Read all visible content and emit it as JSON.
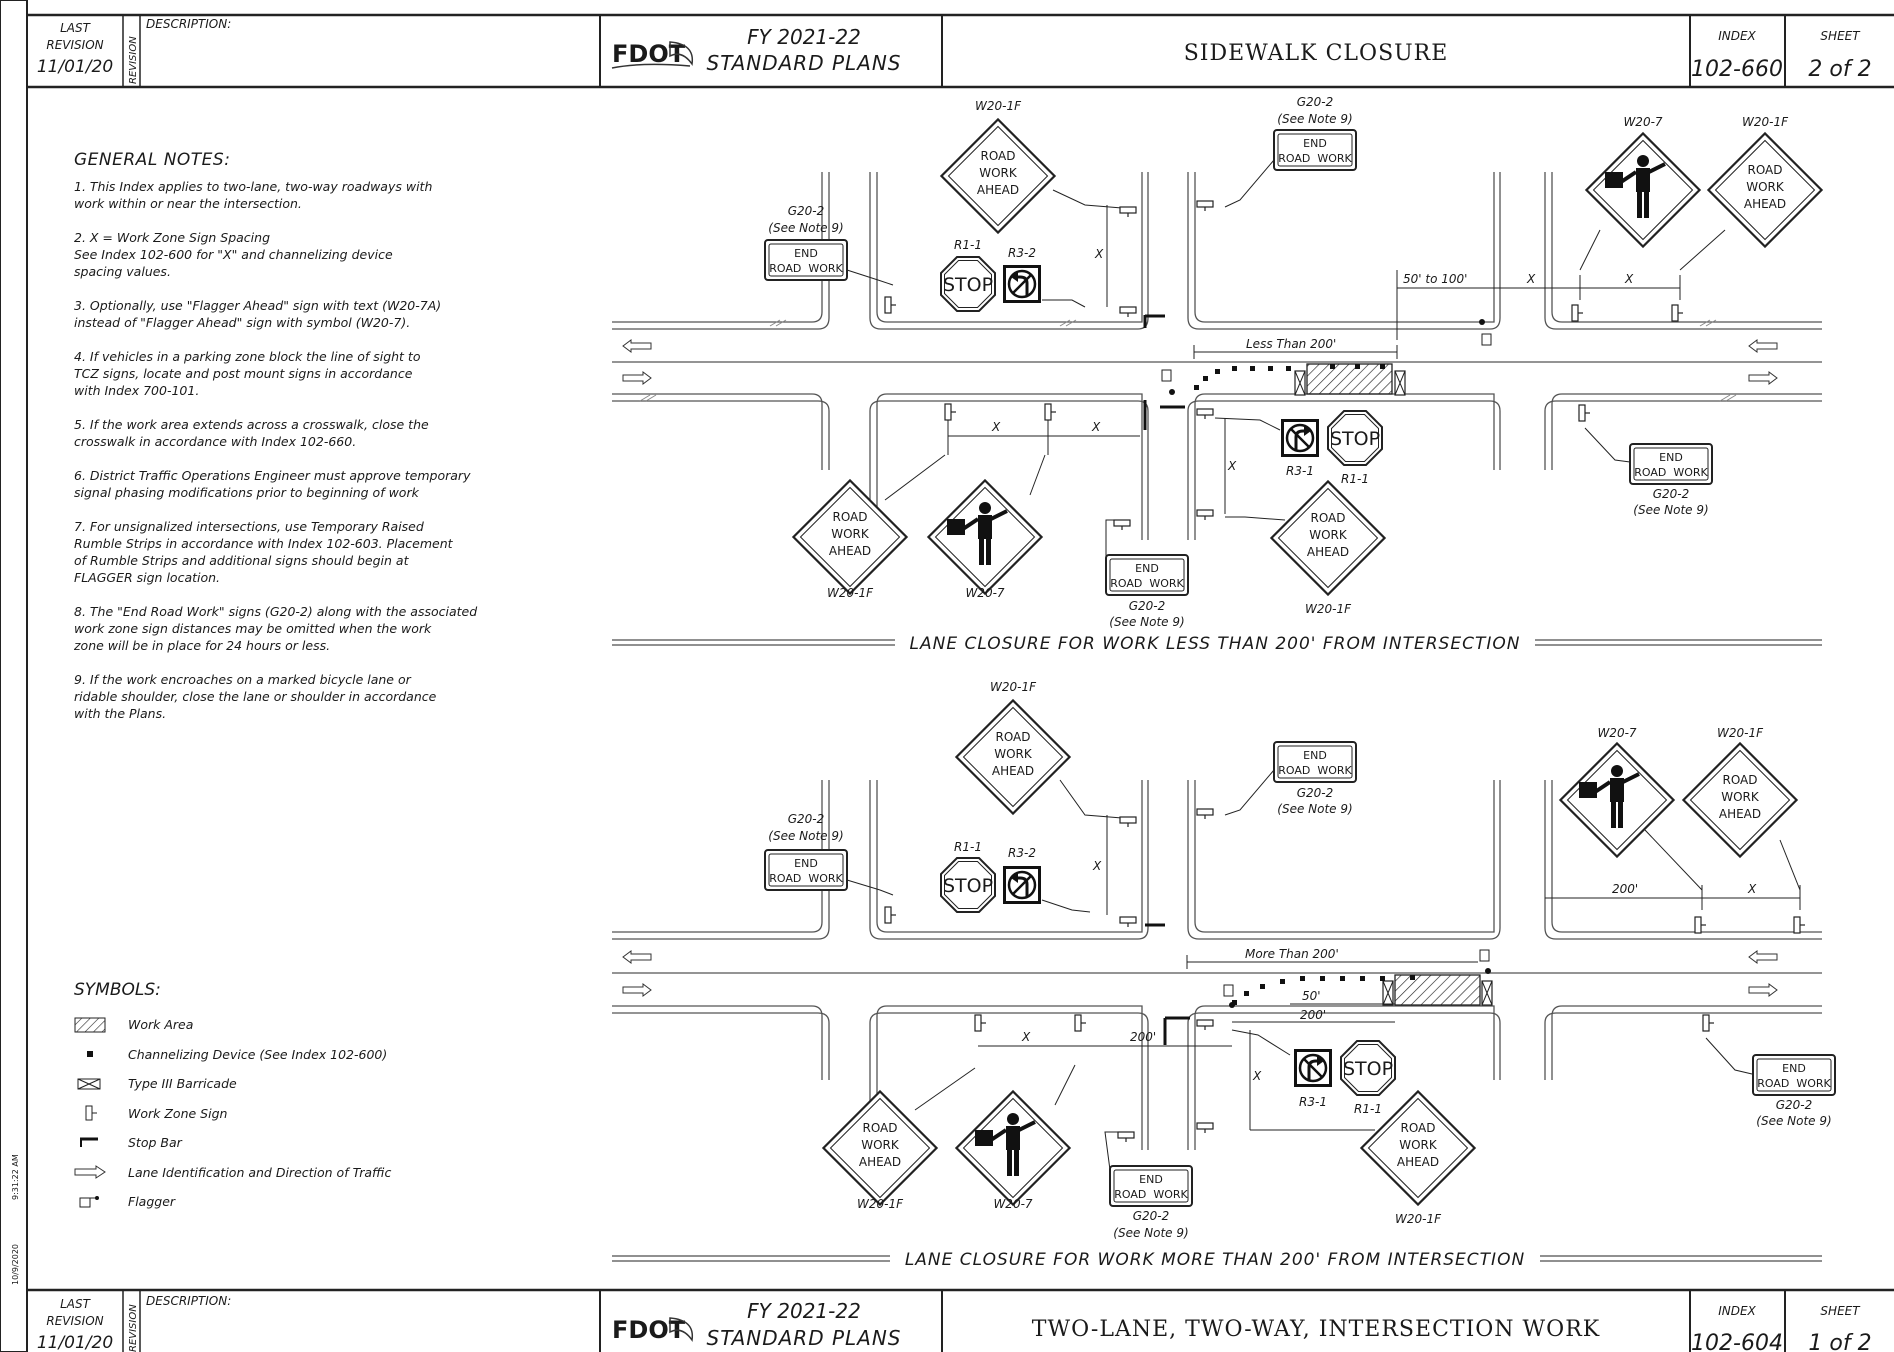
{
  "top_block": {
    "last_revision_label": "LAST REVISION",
    "last_revision_date": "11/01/20",
    "revision_label": "REVISION",
    "description_label": "DESCRIPTION:",
    "logo": "FDOT",
    "fy": "FY 2021-22",
    "plans": "STANDARD PLANS",
    "title": "SIDEWALK CLOSURE",
    "index_label": "INDEX",
    "index_value": "102-660",
    "sheet_label": "SHEET",
    "sheet_value": "2 of 2"
  },
  "bottom_block": {
    "last_revision_label": "LAST REVISION",
    "last_revision_date": "11/01/20",
    "revision_label": "REVISION",
    "description_label": "DESCRIPTION:",
    "logo": "FDOT",
    "fy": "FY 2021-22",
    "plans": "STANDARD PLANS",
    "title": "TWO-LANE, TWO-WAY, INTERSECTION WORK",
    "index_label": "INDEX",
    "index_value": "102-604",
    "sheet_label": "SHEET",
    "sheet_value": "1 of 2"
  },
  "margin_stamp": {
    "time": "9:31:22 AM",
    "date": "10/9/2020"
  },
  "general_notes": {
    "heading": "GENERAL NOTES:",
    "items": [
      "1. This Index applies to two-lane, two-way roadways with\n    work within or near the intersection.",
      "2. X = Work Zone Sign Spacing\n    See Index 102-600 for \"X\" and channelizing device\n    spacing values.",
      "3. Optionally, use \"Flagger Ahead\" sign with text (W20-7A)\n    instead of \"Flagger Ahead\" sign with symbol (W20-7).",
      "4. If vehicles in a parking zone block the line of sight to\n    TCZ signs, locate and post mount signs in accordance\n    with Index 700-101.",
      "5. If the work area extends across a crosswalk, close the\n    crosswalk in accordance with Index 102-660.",
      "6. District Traffic Operations Engineer must approve temporary\n    signal phasing modifications prior to beginning of work",
      "7. For unsignalized intersections, use Temporary Raised\n    Rumble Strips in accordance with Index 102-603. Placement\n    of Rumble Strips and additional signs should begin at\n    FLAGGER sign location.",
      "8. The \"End Road Work\" signs (G20-2) along with the associated\n    work zone sign distances may be omitted when the work\n    zone will be in place for 24 hours or less.",
      "9. If the work encroaches on a marked bicycle lane or\n    ridable shoulder, close the lane or shoulder in accordance\n    with the Plans."
    ]
  },
  "symbols": {
    "heading": "SYMBOLS:",
    "items": [
      {
        "icon": "work-area-hatch-icon",
        "label": "Work Area"
      },
      {
        "icon": "channelizing-device-icon",
        "label": "Channelizing Device (See Index 102-600)"
      },
      {
        "icon": "type-iii-barricade-icon",
        "label": "Type III Barricade"
      },
      {
        "icon": "work-zone-sign-icon",
        "label": "Work Zone Sign"
      },
      {
        "icon": "stop-bar-icon",
        "label": "Stop Bar"
      },
      {
        "icon": "lane-direction-arrow-icon",
        "label": "Lane Identification and Direction of Traffic"
      },
      {
        "icon": "flagger-icon",
        "label": "Flagger"
      }
    ]
  },
  "signs": {
    "road_work_ahead": [
      "ROAD",
      "WORK",
      "AHEAD"
    ],
    "end_road_work": [
      "END",
      "ROAD  WORK"
    ],
    "stop": "STOP",
    "codes": {
      "w20_1f": "W20-1F",
      "w20_7": "W20-7",
      "g20_2": "G20-2",
      "see_note_9": "(See Note 9)",
      "r1_1": "R1-1",
      "r3_2": "R3-2",
      "r3_1": "R3-1"
    }
  },
  "dimensions": {
    "x": "X",
    "ft_50_100": "50' to 100'",
    "less_than_200": "Less Than 200'",
    "more_than_200": "More Than 200'",
    "ft_200": "200'",
    "ft_50": "50'"
  },
  "diagram_titles": {
    "upper": "LANE CLOSURE FOR WORK LESS THAN 200' FROM INTERSECTION",
    "lower": "LANE CLOSURE FOR WORK MORE THAN 200' FROM INTERSECTION"
  }
}
